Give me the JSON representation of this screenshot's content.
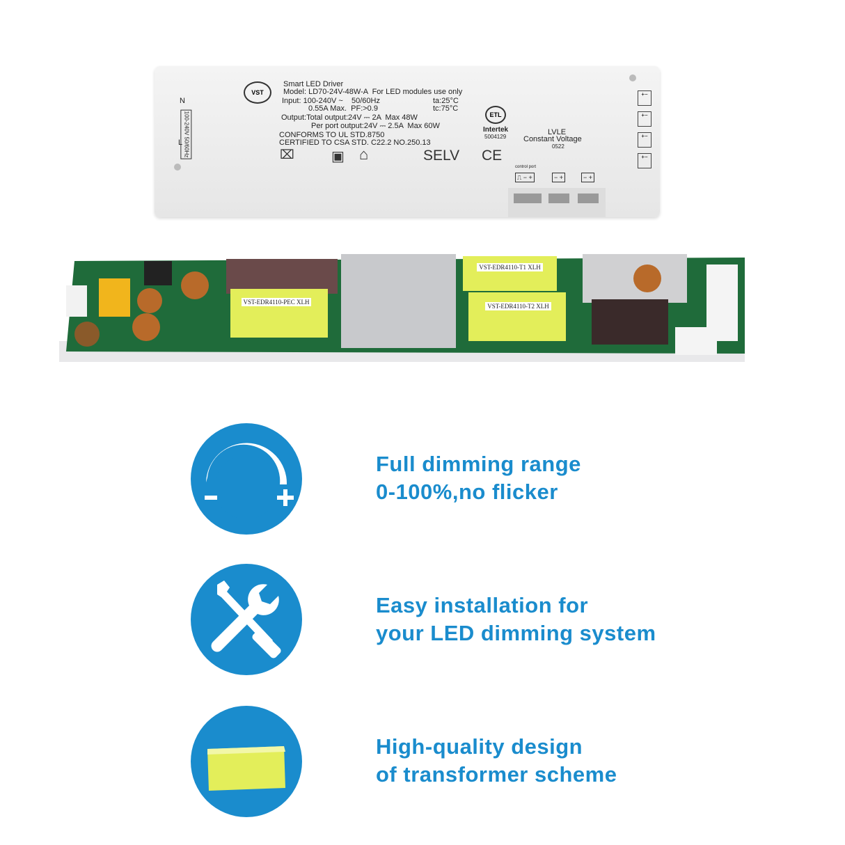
{
  "driver_label": {
    "brand": "VST",
    "title": "Smart LED Driver",
    "model": "Model: LD70-24V-48W-A  For LED modules use only",
    "input": "Input: 100-240V ~    50/60Hz",
    "input2": "0.55A Max.  PF:>0.9",
    "ta": "ta:25°C",
    "tc": "tc:75°C",
    "output_total": "Output:Total output:24V ⎓ 2A  Max 48W",
    "output_port": "Per port output:24V ⎓ 2.5A  Max 60W",
    "conforms": "CONFORMS TO UL STD.8750",
    "certified": "CERTIFIED TO CSA STD. C22.2 NO.250.13",
    "selv": "SELV",
    "ce": "CE",
    "etl": "ETL",
    "intertek": "Intertek",
    "intertek_no": "5004129",
    "lvle": "LVLE",
    "constant_voltage": "Constant Voltage",
    "date_code": "0522",
    "control_port": "control port",
    "side_label": "100-240V 50/60Hz",
    "n": "N",
    "l": "L",
    "ports": [
      "⎍ − +",
      "− +",
      "− +"
    ]
  },
  "pcb": {
    "transformer_pec": "VST-EDR4110-PEC XLH",
    "transformer_t1": "VST-EDR4110-T1 XLH",
    "transformer_t2": "VST-EDR4110-T2 XLH"
  },
  "features": [
    {
      "icon": "dimmer-knob-icon",
      "line1": "Full dimming range",
      "line2": "0-100%,no flicker"
    },
    {
      "icon": "wrench-screwdriver-icon",
      "line1": "Easy installation for",
      "line2": "your LED dimming system"
    },
    {
      "icon": "transformer-block-icon",
      "line1": "High-quality design",
      "line2": "of transformer scheme"
    }
  ],
  "colors": {
    "accent": "#1a8ccd",
    "pcb": "#1f6b3a",
    "transformer": "#e3ee5a"
  }
}
